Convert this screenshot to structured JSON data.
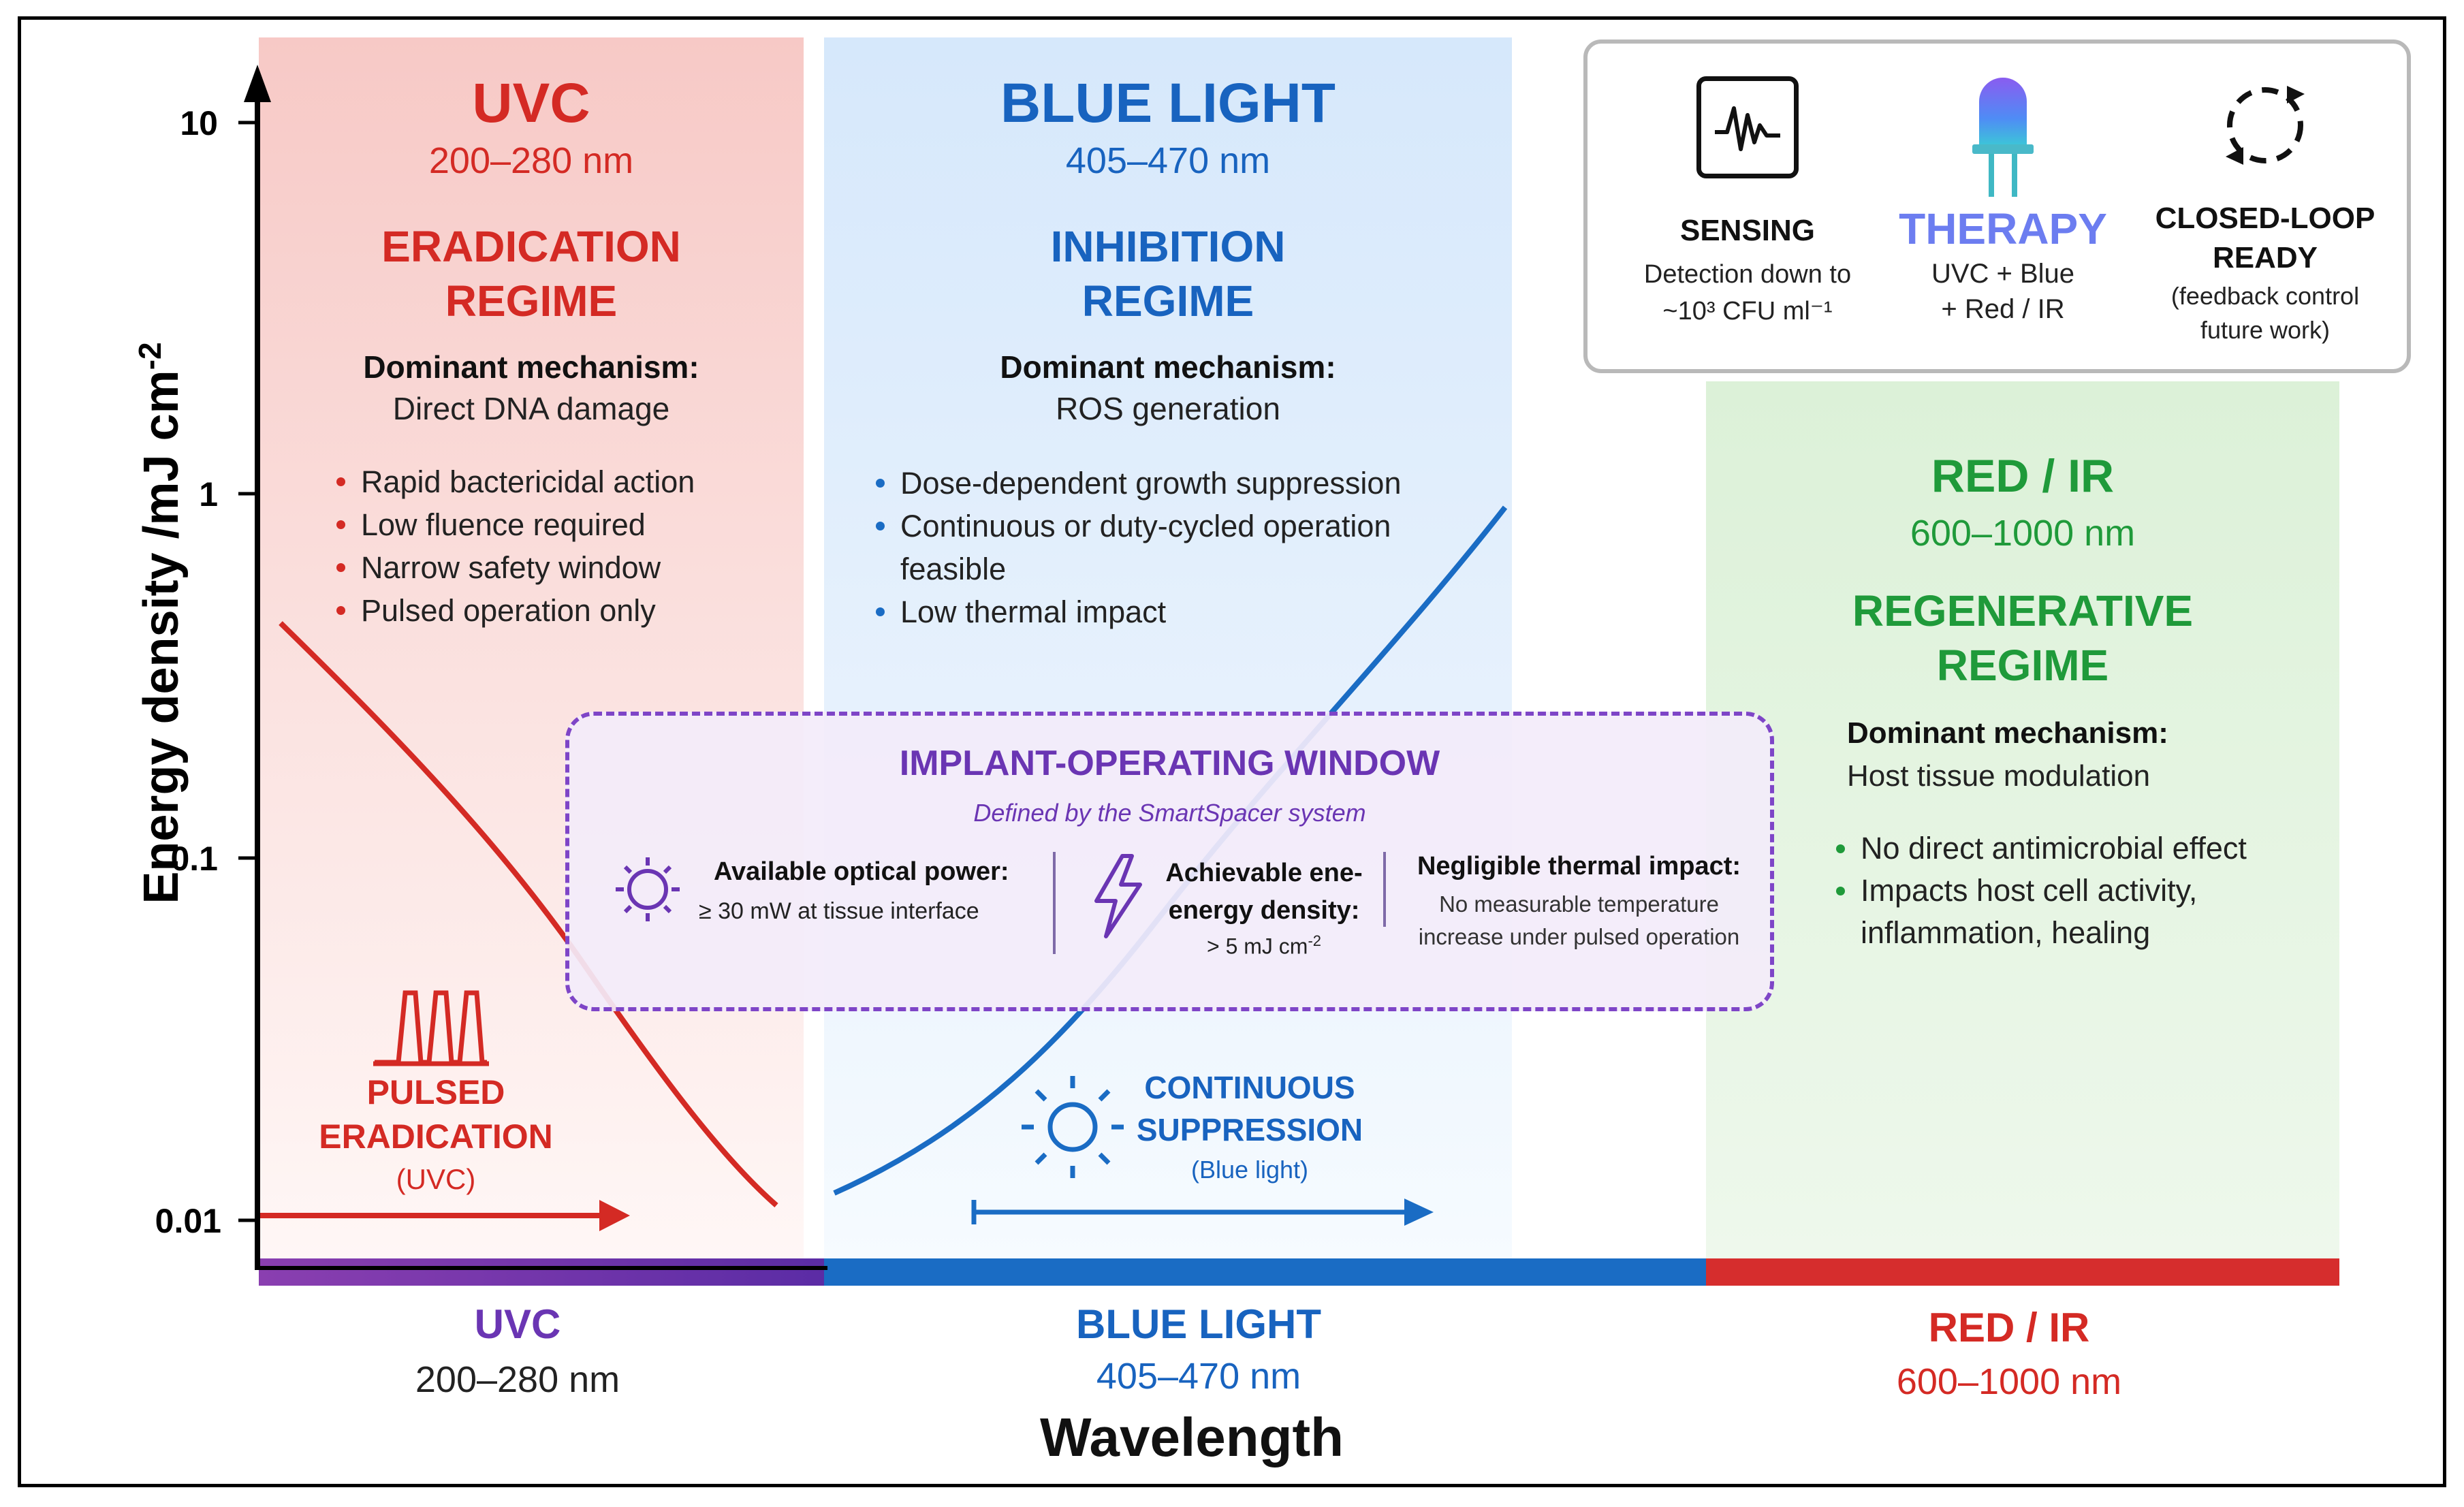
{
  "axes": {
    "y_label": "Energy density /mJ cm",
    "y_label_sup": "-2",
    "x_label": "Wavelength",
    "y_ticks": [
      "10",
      "1",
      "0.1",
      "0.01"
    ],
    "y_scale": "log"
  },
  "bottom_bands": [
    {
      "name": "UVC",
      "range": "200–280 nm",
      "color": "#7b3fa8"
    },
    {
      "name": "BLUE LIGHT",
      "range": "405–470 nm",
      "color": "#1a6cc4"
    },
    {
      "name": "RED / IR",
      "range": "600–1000 nm",
      "color": "#d62d2d"
    }
  ],
  "uvc": {
    "title": "UVC",
    "range": "200–280 nm",
    "regime_line1": "ERADICATION",
    "regime_line2": "REGIME",
    "mech_label": "Dominant mechanism:",
    "mech_value": "Direct DNA damage",
    "bullets": [
      "Rapid bactericidal action",
      "Low fluence required",
      "Narrow safety window",
      "Pulsed operation only"
    ],
    "color": "#d42a24"
  },
  "blue": {
    "title": "BLUE LIGHT",
    "range": "405–470 nm",
    "regime_line1": "INHIBITION",
    "regime_line2": "REGIME",
    "mech_label": "Dominant mechanism:",
    "mech_value": "ROS generation",
    "bullets": [
      "Dose-dependent growth suppression",
      "Continuous or duty-cycled operation feasible",
      "Low thermal impact"
    ],
    "color": "#1863bf"
  },
  "red": {
    "title": "RED / IR",
    "range": "600–1000 nm",
    "regime_line1": "REGENERATIVE",
    "regime_line2": "REGIME",
    "mech_label": "Dominant mechanism:",
    "mech_value": "Host tissue modulation",
    "bullets": [
      "No direct antimicrobial effect",
      "Impacts host cell activity, inflammation, healing"
    ],
    "color": "#1f9a3a"
  },
  "window": {
    "title": "IMPLANT-OPERATING WINDOW",
    "subtitle": "Defined by the SmartSpacer system",
    "power_label": "Available optical power:",
    "power_value": "≥ 30 mW at tissue interface",
    "energy_label_1": "Achievable ene-",
    "energy_label_2": "energy density:",
    "energy_value": "> 5 mJ cm",
    "energy_value_sup": "-2",
    "thermal_label": "Negligible thermal impact:",
    "thermal_value_1": "No measurable temperature",
    "thermal_value_2": "increase under pulsed operation",
    "color": "#6a35b3"
  },
  "annotations": {
    "pulsed_1": "PULSED",
    "pulsed_2": "ERADICATION",
    "pulsed_3": "(UVC)",
    "cont_1": "CONTINUOUS",
    "cont_2": "SUPPRESSION",
    "cont_3": "(Blue light)"
  },
  "legend": {
    "sensing_title": "SENSING",
    "sensing_1": "Detection down to",
    "sensing_2": "~10³ CFU ml⁻¹",
    "therapy_title": "THERAPY",
    "therapy_1": "UVC + Blue",
    "therapy_2": "+ Red / IR",
    "loop_title_1": "CLOSED-LOOP",
    "loop_title_2": "READY",
    "loop_1": "(feedback control",
    "loop_2": "future work)"
  }
}
